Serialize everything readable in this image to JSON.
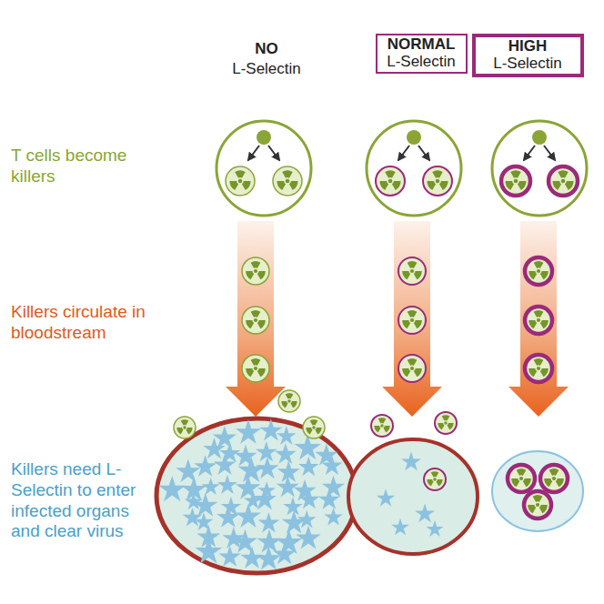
{
  "diagram": {
    "nodes": [
      {
        "text": [
          "NORMAL",
          "L-Selectin"
        ]
      },
      {
        "text": [
          "HIGH",
          "L-Selectin"
        ]
      }
    ],
    "labels": [
      "NO",
      "L-Selectin",
      "T cells become killers",
      "Killers circulate in bloodstream",
      "Killers need L-Selectin to enter infected organs and clear virus"
    ]
  }
}
